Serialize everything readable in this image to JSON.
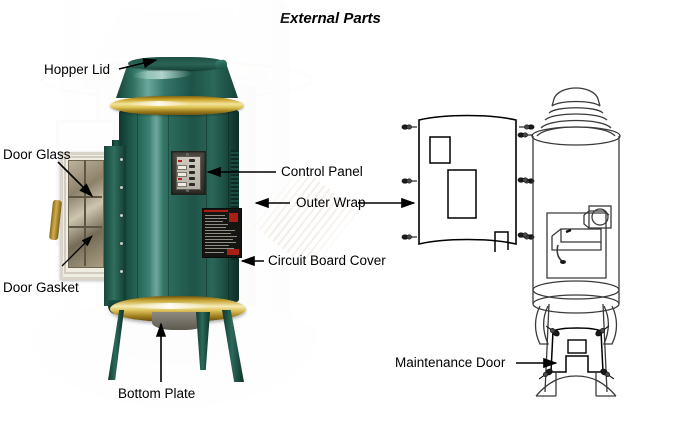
{
  "title": "External Parts",
  "labels": {
    "hopper_lid": "Hopper Lid",
    "door_glass": "Door Glass",
    "door_gasket": "Door Gasket",
    "bottom_plate": "Bottom Plate",
    "control_panel": "Control Panel",
    "outer_wrap": "Outer Wrap",
    "circuit_board_cover": "Circuit Board Cover",
    "maintenance_door": "Maintenance Door"
  },
  "figures": {
    "photo": {
      "caption": "pellet-stove-photograph",
      "colors": {
        "enamel_green": "#2b6b5c",
        "enamel_green_dark": "#123a30",
        "brass": "#d9bb45",
        "brass_light": "#f2e49b",
        "body_shadow": "#0d2e27"
      }
    },
    "outer_wrap_drawing": {
      "caption": "outer-wrap-line-drawing",
      "screw_count": 6,
      "cutouts": 2
    },
    "stove_drawing": {
      "caption": "stove-assembly-line-drawing",
      "screw_count": 3,
      "maintenance_door_screws": 4
    }
  },
  "watermark": "diagonal-watermark"
}
